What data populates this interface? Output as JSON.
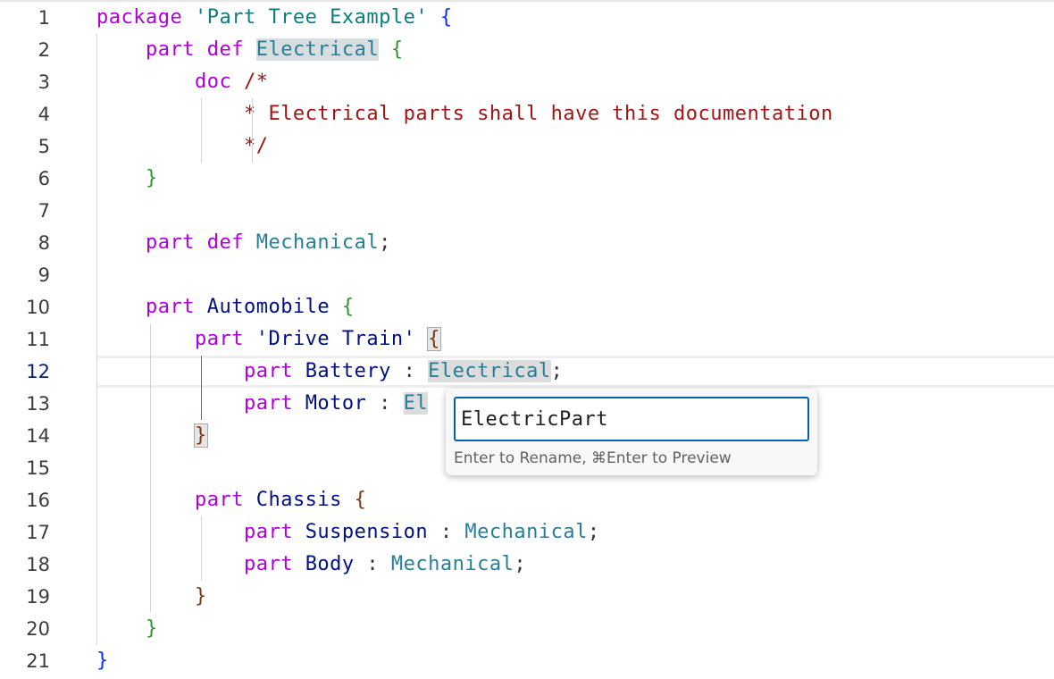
{
  "editor": {
    "current_line": "12",
    "lines": [
      {
        "n": "1",
        "segs": [
          [
            "k",
            "package"
          ],
          [
            "p",
            " "
          ],
          [
            "s",
            "'Part Tree Example'"
          ],
          [
            "p",
            " "
          ],
          [
            "b1",
            "{"
          ]
        ]
      },
      {
        "n": "2",
        "segs": [
          [
            "p",
            "    "
          ],
          [
            "k",
            "part def"
          ],
          [
            "p",
            " "
          ],
          [
            "t hl",
            "Electrical"
          ],
          [
            "p",
            " "
          ],
          [
            "b2",
            "{"
          ]
        ]
      },
      {
        "n": "3",
        "segs": [
          [
            "p",
            "        "
          ],
          [
            "k",
            "doc"
          ],
          [
            "p",
            " "
          ],
          [
            "c",
            "/*"
          ]
        ]
      },
      {
        "n": "4",
        "segs": [
          [
            "p",
            "            "
          ],
          [
            "c",
            "* Electrical parts shall have this documentation"
          ]
        ]
      },
      {
        "n": "5",
        "segs": [
          [
            "p",
            "            "
          ],
          [
            "c",
            "*/"
          ]
        ]
      },
      {
        "n": "6",
        "segs": [
          [
            "p",
            "    "
          ],
          [
            "b2",
            "}"
          ]
        ]
      },
      {
        "n": "7",
        "segs": []
      },
      {
        "n": "8",
        "segs": [
          [
            "p",
            "    "
          ],
          [
            "k",
            "part def"
          ],
          [
            "p",
            " "
          ],
          [
            "t",
            "Mechanical"
          ],
          [
            "p",
            ";"
          ]
        ]
      },
      {
        "n": "9",
        "segs": []
      },
      {
        "n": "10",
        "segs": [
          [
            "p",
            "    "
          ],
          [
            "k",
            "part"
          ],
          [
            "p",
            " "
          ],
          [
            "id",
            "Automobile"
          ],
          [
            "p",
            " "
          ],
          [
            "b2",
            "{"
          ]
        ]
      },
      {
        "n": "11",
        "segs": [
          [
            "p",
            "        "
          ],
          [
            "k",
            "part"
          ],
          [
            "p",
            " "
          ],
          [
            "id",
            "'Drive Train'"
          ],
          [
            "p",
            " "
          ],
          [
            "b3 bm",
            "{"
          ]
        ]
      },
      {
        "n": "12",
        "segs": [
          [
            "p",
            "            "
          ],
          [
            "k",
            "part"
          ],
          [
            "p",
            " "
          ],
          [
            "id",
            "Battery"
          ],
          [
            "p",
            " : "
          ],
          [
            "t hl2",
            "Electrical"
          ],
          [
            "p",
            ";"
          ]
        ]
      },
      {
        "n": "13",
        "segs": [
          [
            "p",
            "            "
          ],
          [
            "k",
            "part"
          ],
          [
            "p",
            " "
          ],
          [
            "id",
            "Motor"
          ],
          [
            "p",
            " : "
          ],
          [
            "t hl2",
            "El"
          ]
        ]
      },
      {
        "n": "14",
        "segs": [
          [
            "p",
            "        "
          ],
          [
            "b3 bm",
            "}"
          ]
        ]
      },
      {
        "n": "15",
        "segs": []
      },
      {
        "n": "16",
        "segs": [
          [
            "p",
            "        "
          ],
          [
            "k",
            "part"
          ],
          [
            "p",
            " "
          ],
          [
            "id",
            "Chassis"
          ],
          [
            "p",
            " "
          ],
          [
            "b3",
            "{"
          ]
        ]
      },
      {
        "n": "17",
        "segs": [
          [
            "p",
            "            "
          ],
          [
            "k",
            "part"
          ],
          [
            "p",
            " "
          ],
          [
            "id",
            "Suspension"
          ],
          [
            "p",
            " : "
          ],
          [
            "t",
            "Mechanical"
          ],
          [
            "p",
            ";"
          ]
        ]
      },
      {
        "n": "18",
        "segs": [
          [
            "p",
            "            "
          ],
          [
            "k",
            "part"
          ],
          [
            "p",
            " "
          ],
          [
            "id",
            "Body"
          ],
          [
            "p",
            " : "
          ],
          [
            "t",
            "Mechanical"
          ],
          [
            "p",
            ";"
          ]
        ]
      },
      {
        "n": "19",
        "segs": [
          [
            "p",
            "        "
          ],
          [
            "b3",
            "}"
          ]
        ]
      },
      {
        "n": "20",
        "segs": [
          [
            "p",
            "    "
          ],
          [
            "b2",
            "}"
          ]
        ]
      },
      {
        "n": "21",
        "segs": [
          [
            "b1",
            "}"
          ]
        ]
      }
    ]
  },
  "rename": {
    "value": "ElectricPart",
    "hint": "Enter to Rename, ⌘Enter to Preview"
  }
}
